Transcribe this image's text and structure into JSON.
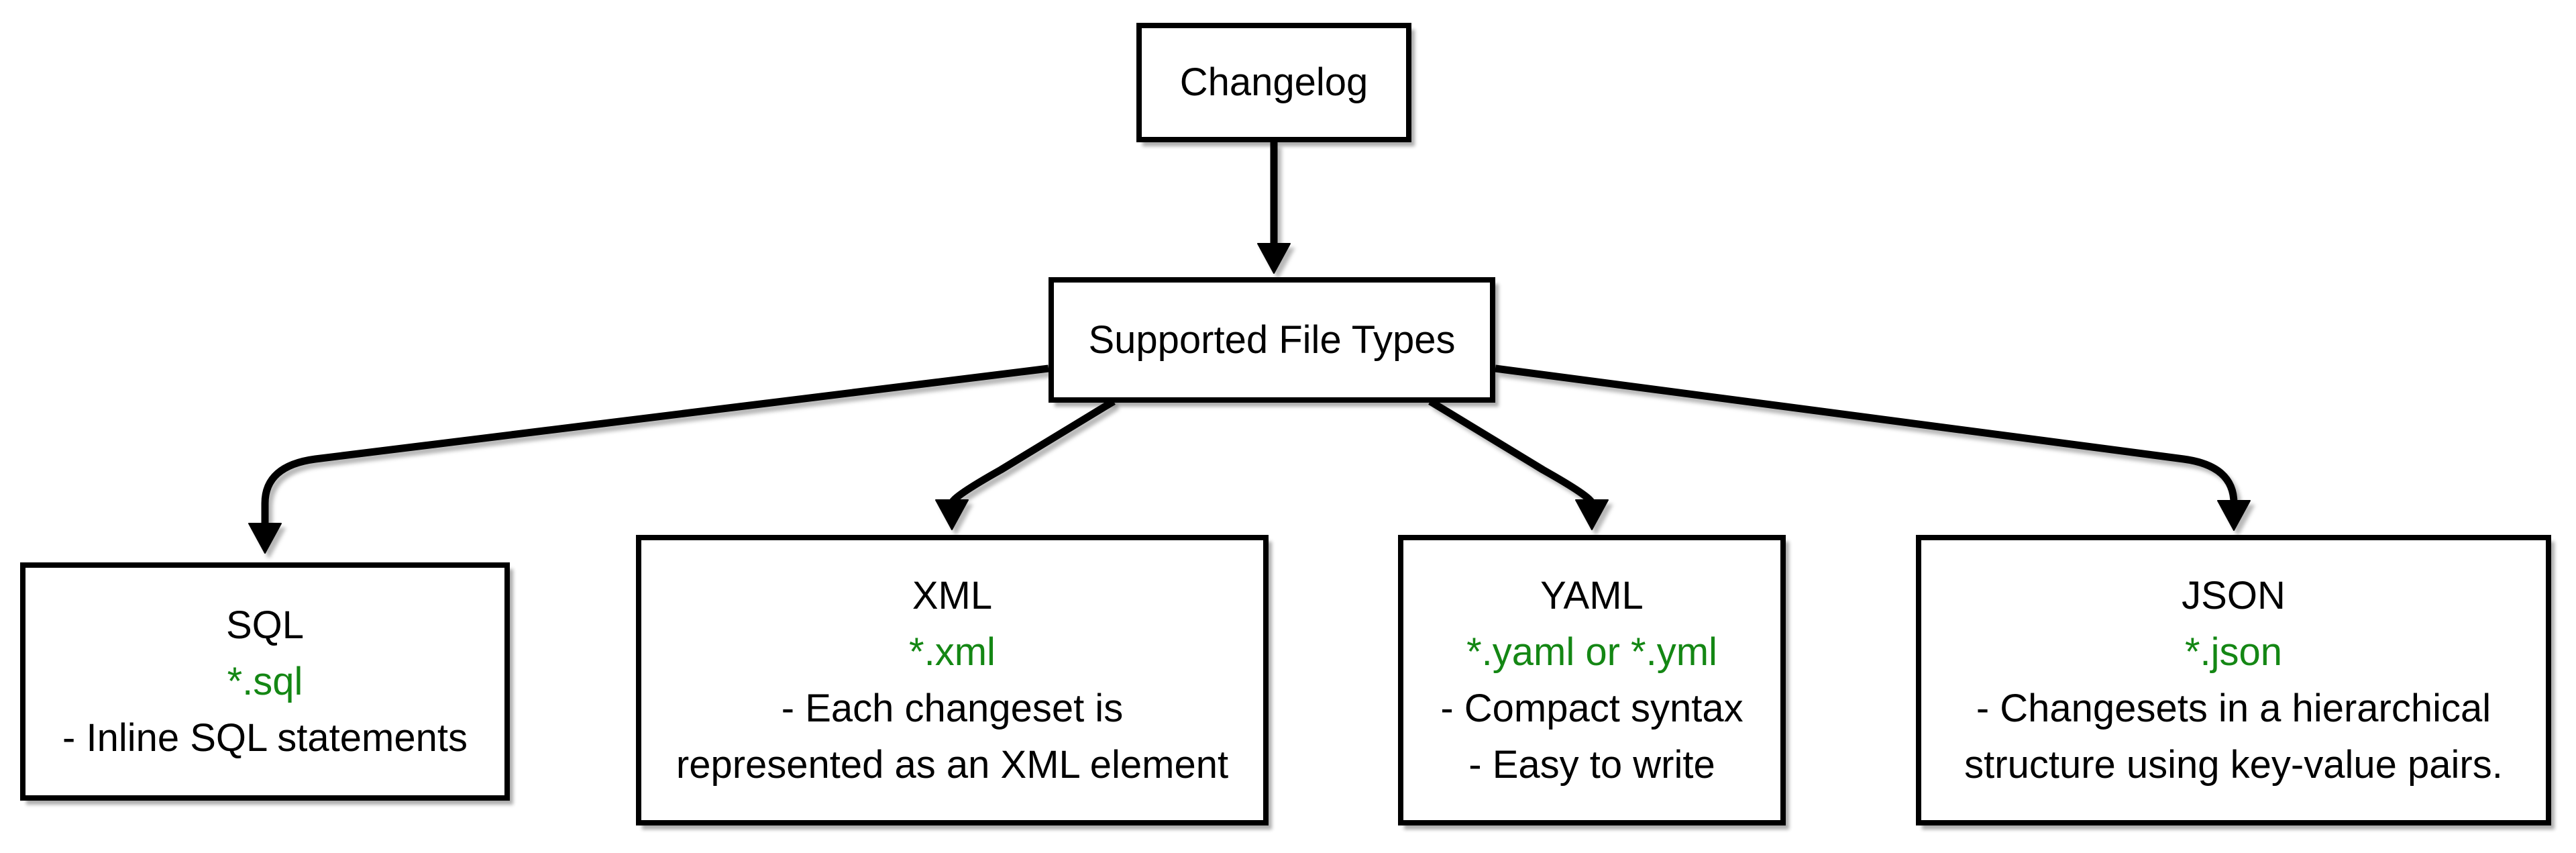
{
  "diagram": {
    "root_node": {
      "label": "Changelog"
    },
    "hub_node": {
      "label": "Supported File Types"
    },
    "file_types": [
      {
        "title": "SQL",
        "extension": "*.sql",
        "note_lines": [
          "- Inline SQL statements"
        ]
      },
      {
        "title": "XML",
        "extension": "*.xml",
        "note_lines": [
          "- Each changeset is",
          "represented as an XML element"
        ]
      },
      {
        "title": "YAML",
        "extension": "*.yaml or *.yml",
        "note_lines": [
          "- Compact syntax",
          "- Easy to write"
        ]
      },
      {
        "title": "JSON",
        "extension": "*.json",
        "note_lines": [
          "- Changesets in a hierarchical",
          "structure using key-value pairs."
        ]
      }
    ],
    "colors": {
      "node_border": "#000000",
      "node_fill": "#ffffff",
      "text": "#000000",
      "extension_text": "#148714",
      "connector": "#000000",
      "background": "#ffffff"
    }
  }
}
